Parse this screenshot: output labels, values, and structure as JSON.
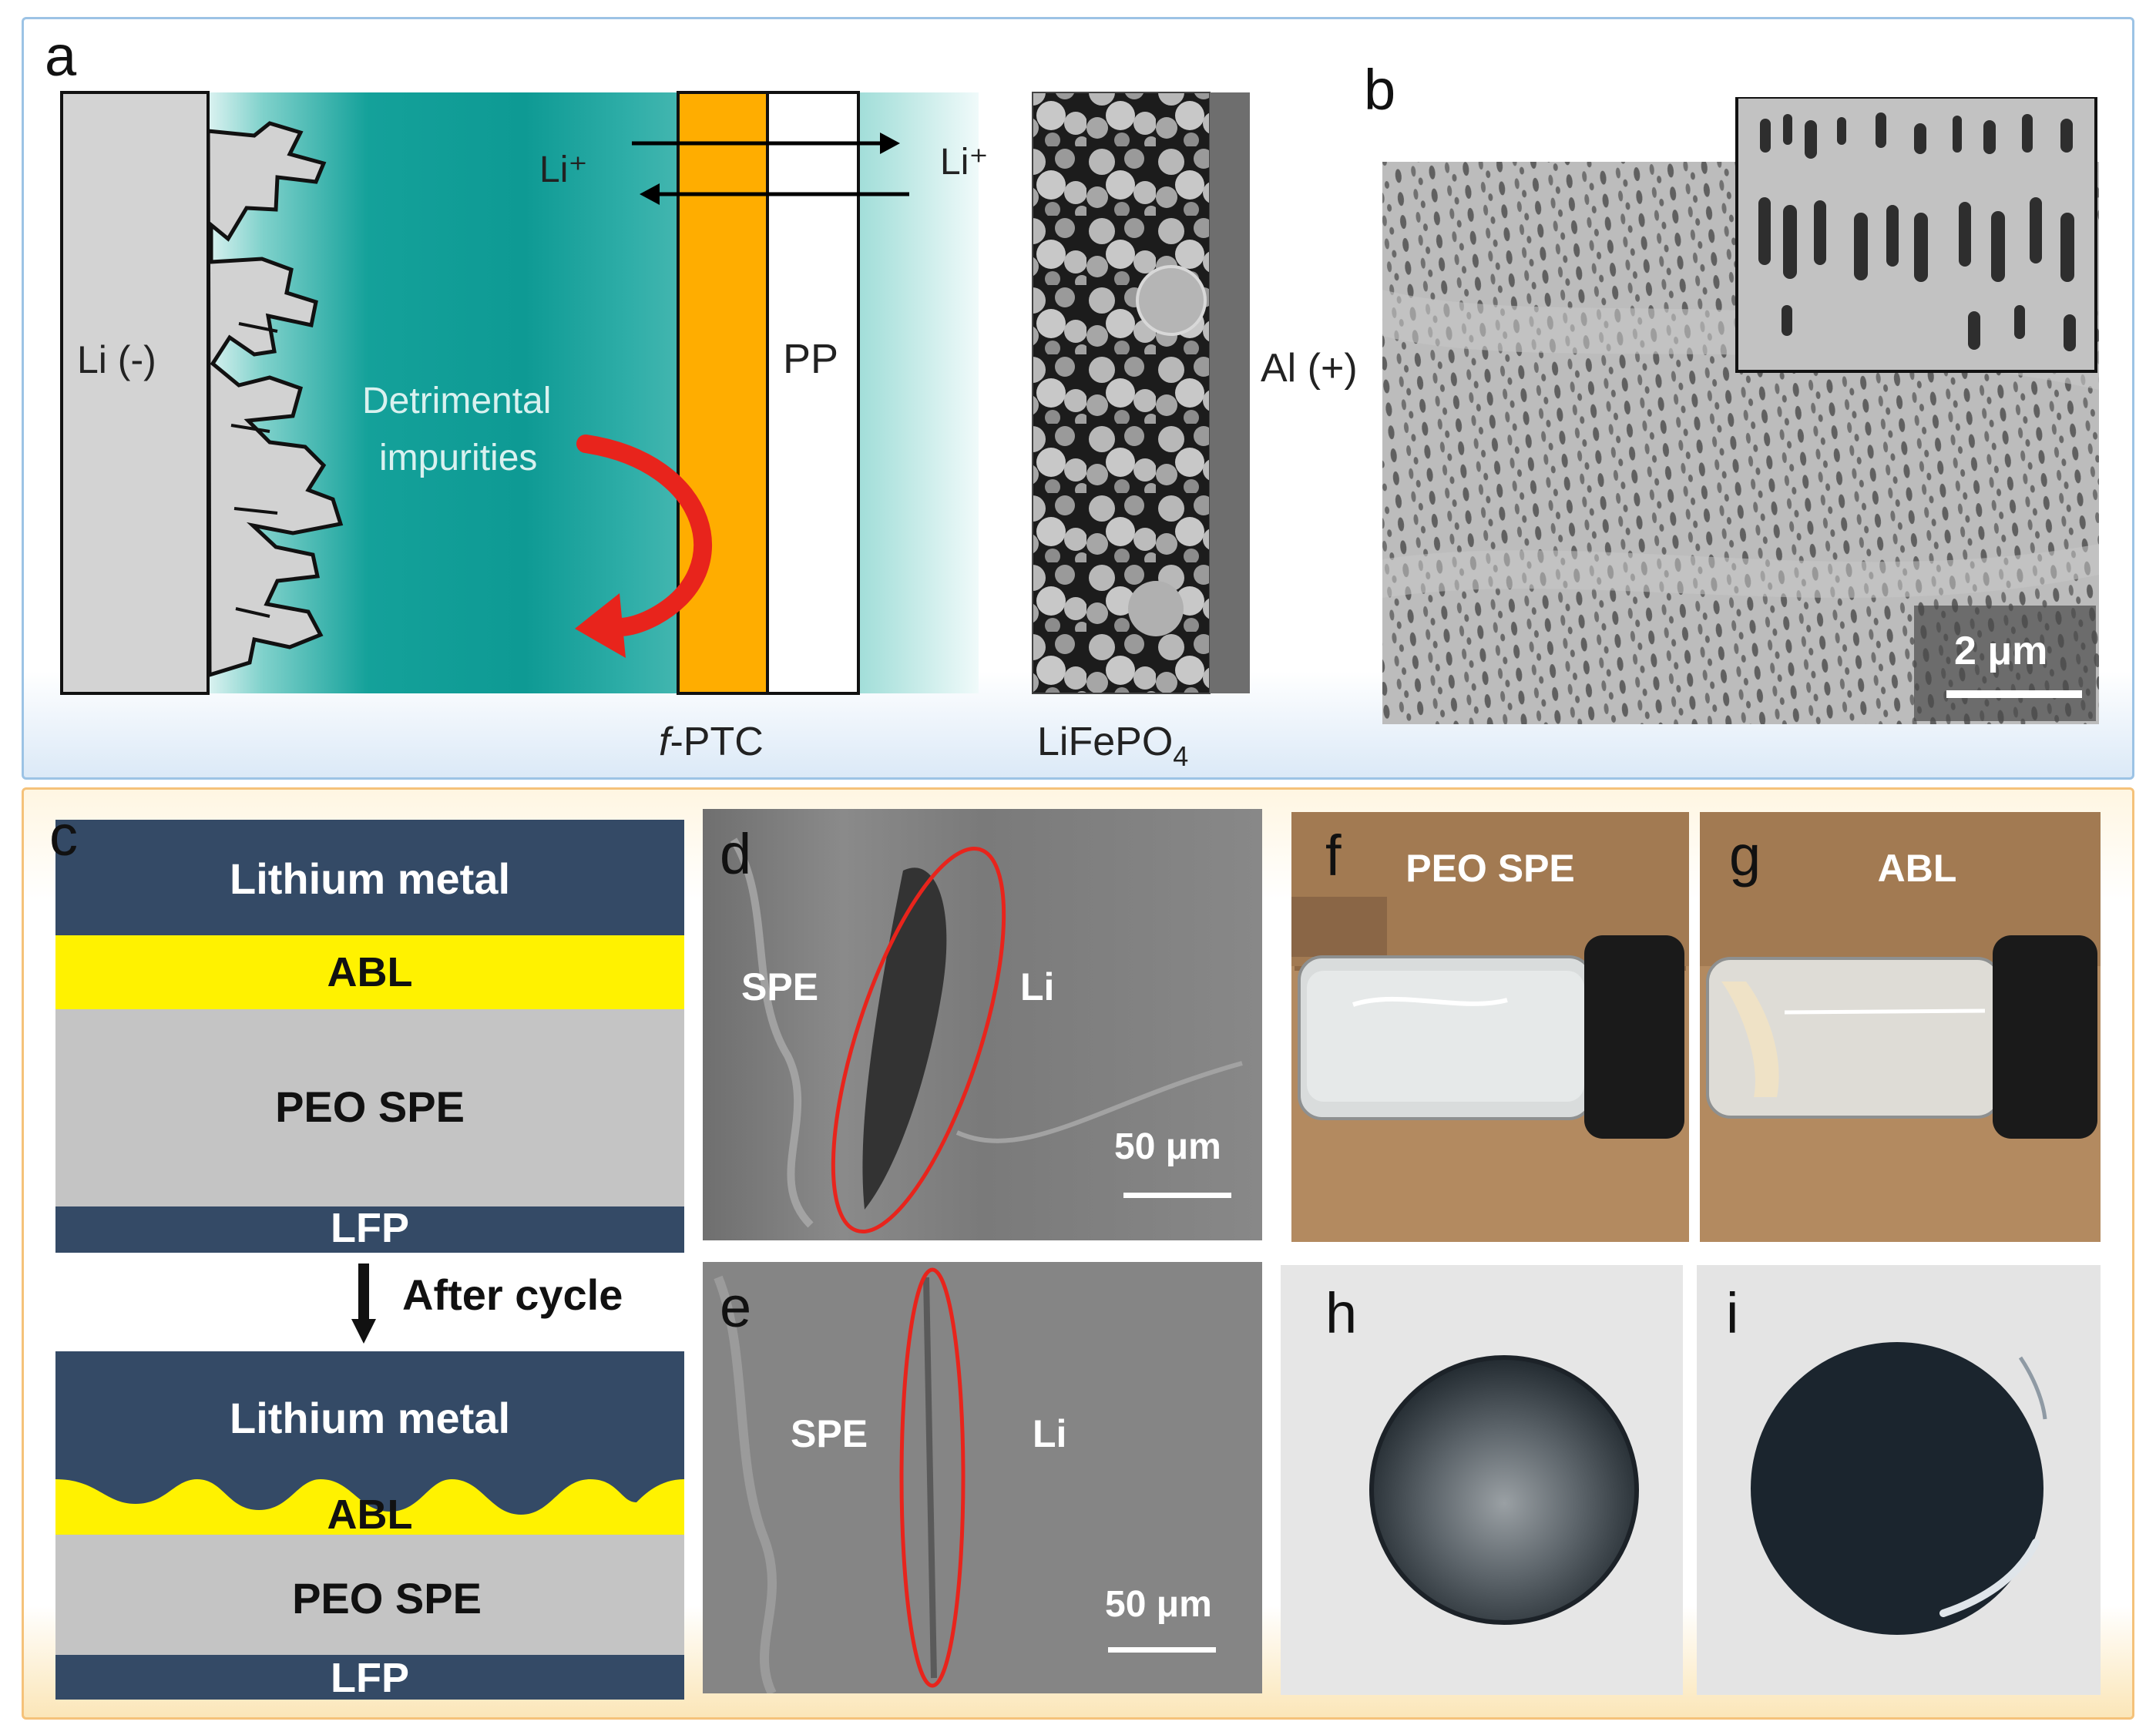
{
  "panel_a": {
    "letter": "a",
    "anode_label": "Li (-)",
    "ion_left": "Li⁺",
    "ion_right": "Li⁺",
    "impurities_line1": "Detrimental",
    "impurities_line2": "impurities",
    "pp_label": "PP",
    "ptc_prefix": "f",
    "ptc_suffix": "-PTC",
    "cathode_main": "LiFePO",
    "cathode_sub": "4",
    "collector_label": "Al (+)"
  },
  "panel_b": {
    "letter": "b",
    "scale_bar": "2 μm"
  },
  "panel_c": {
    "letter": "c",
    "before": {
      "lithium": "Lithium metal",
      "abl": "ABL",
      "spe": "PEO SPE",
      "lfp": "LFP"
    },
    "transition": "After cycle",
    "after": {
      "lithium": "Lithium metal",
      "abl": "ABL",
      "spe": "PEO SPE",
      "lfp": "LFP"
    }
  },
  "panel_d": {
    "letter": "d",
    "left_label": "SPE",
    "right_label": "Li",
    "scale_bar": "50 μm"
  },
  "panel_e": {
    "letter": "e",
    "left_label": "SPE",
    "right_label": "Li",
    "scale_bar": "50 μm"
  },
  "panel_f": {
    "letter": "f",
    "title": "PEO SPE"
  },
  "panel_g": {
    "letter": "g",
    "title": "ABL"
  },
  "panel_h": {
    "letter": "h"
  },
  "panel_i": {
    "letter": "i"
  },
  "colors": {
    "electrolyte_teal": "#1aa39d",
    "ptc_orange": "#ffad00",
    "lithium_navy": "#344a66",
    "abl_yellow": "#fff200",
    "spe_gray": "#c4c4c4",
    "arrow_red": "#e8241c",
    "top_border": "#9cc3e5",
    "bottom_border": "#f5c27a"
  }
}
